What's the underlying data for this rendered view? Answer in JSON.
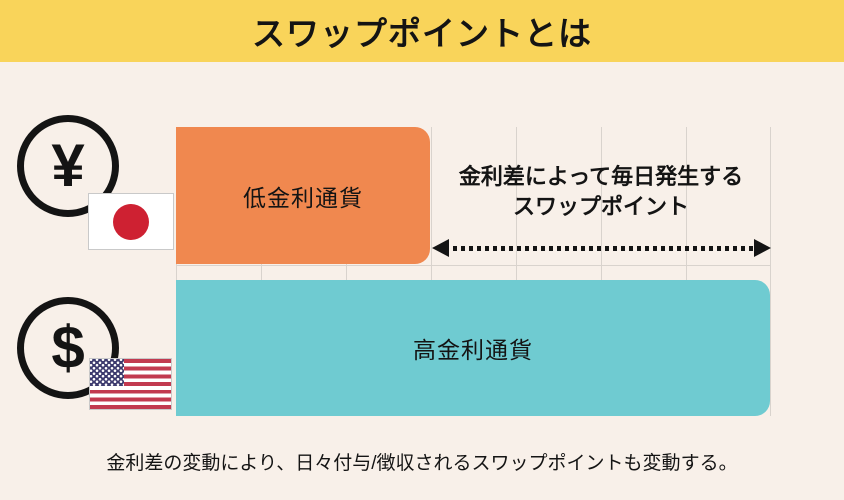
{
  "header": {
    "title": "スワップポイントとは"
  },
  "diagram": {
    "currencies": [
      {
        "id": "jpy",
        "coin_symbol": "¥",
        "flag": "japan-flag",
        "bar_label": "低金利通貨",
        "bar_color": "#F0884F",
        "bar_relative_length": 0.43
      },
      {
        "id": "usd",
        "coin_symbol": "$",
        "flag": "usa-flag",
        "bar_label": "高金利通貨",
        "bar_color": "#6FCBD1",
        "bar_relative_length": 1.0
      }
    ],
    "annotation": {
      "line1": "金利差によって毎日発生する",
      "line2": "スワップポイント"
    },
    "arrow": "dotted-double-arrow"
  },
  "caption": "金利差の変動により、日々付与/徴収されるスワップポイントも変動する。",
  "colors": {
    "header_bg": "#F9D45A",
    "background": "#F8F0E9",
    "low_rate_bar": "#F0884F",
    "high_rate_bar": "#6FCBD1",
    "text": "#141414",
    "gridline": "#D9D3CD",
    "japan_flag_red": "#CE2132",
    "usa_flag_red": "#C23A50",
    "usa_flag_blue": "#3D3B6E"
  }
}
